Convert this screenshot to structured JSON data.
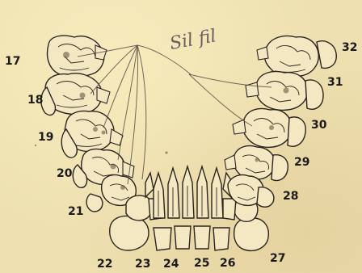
{
  "annotation": {
    "text": "Sil fil"
  },
  "labels": {
    "l17": "17",
    "l18": "18",
    "l19": "19",
    "l20": "20",
    "l21": "21",
    "l22": "22",
    "l23": "23",
    "l24": "24",
    "l25": "25",
    "l26": "26",
    "l27": "27",
    "l28": "28",
    "l29": "29",
    "l30": "30",
    "l31": "31",
    "l32": "32"
  }
}
